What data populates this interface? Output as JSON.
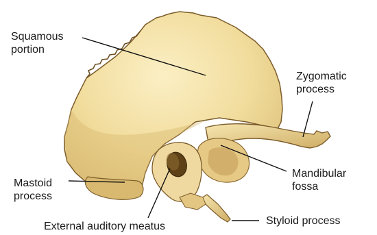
{
  "colors": {
    "bone_fill": "#f1dc9c",
    "bone_shadow": "#d7b770",
    "bone_dark": "#b08a45",
    "bone_outline": "#7c5c2a",
    "leader_line": "#111111",
    "text": "#1a1a1a"
  },
  "labels": {
    "squamous": "Squamous\nportion",
    "zygomatic": "Zygomatic\nprocess",
    "mandibular": "Mandibular\nfossa",
    "mastoid": "Mastoid\nprocess",
    "external_auditory": "External auditory meatus",
    "styloid": "Styloid process"
  }
}
